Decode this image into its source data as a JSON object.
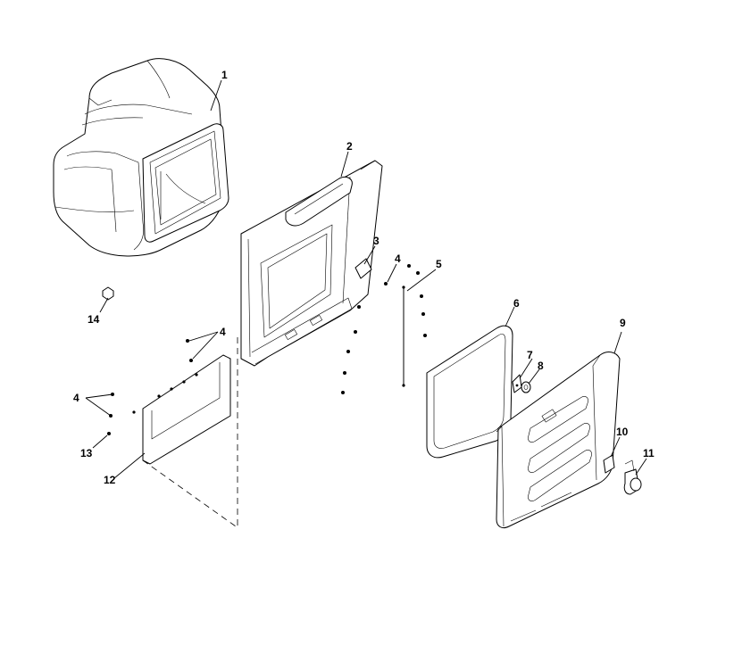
{
  "callouts": {
    "c1": "1",
    "c2": "2",
    "c3": "3",
    "c4a": "4",
    "c4b": "4",
    "c4c": "4",
    "c5": "5",
    "c6": "6",
    "c7": "7",
    "c8": "8",
    "c9": "9",
    "c10": "10",
    "c11": "11",
    "c12": "12",
    "c13": "13",
    "c14": "14"
  }
}
